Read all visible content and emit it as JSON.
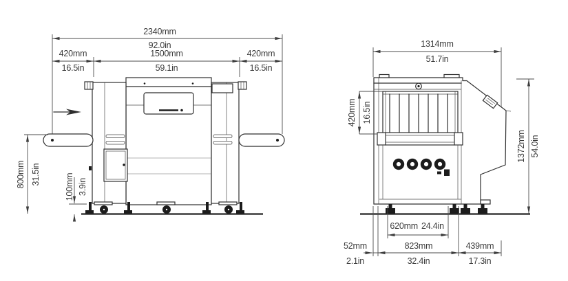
{
  "drawing": {
    "side_view": {
      "overall_length": {
        "mm": "2340mm",
        "in": "92.0in"
      },
      "infeed_conveyor": {
        "mm": "420mm",
        "in": "16.5in"
      },
      "body_length": {
        "mm": "1500mm",
        "in": "59.1in"
      },
      "outfeed_conveyor": {
        "mm": "420mm",
        "in": "16.5in"
      },
      "belt_height": {
        "mm": "800mm",
        "in": "31.5in"
      },
      "ground_clearance": {
        "mm": "100mm",
        "in": "3.9in"
      }
    },
    "end_view": {
      "overall_width": {
        "mm": "1314mm",
        "in": "51.7in"
      },
      "tunnel_height": {
        "mm": "420mm",
        "in": "16.5in"
      },
      "overall_height": {
        "mm": "1372mm",
        "in": "54.0in"
      },
      "foot_spacing": {
        "mm": "620mm",
        "in": "24.4in"
      },
      "side_clearance": {
        "mm": "52mm",
        "in": "2.1in"
      },
      "base_width": {
        "mm": "823mm",
        "in": "32.4in"
      },
      "console_overhang": {
        "mm": "439mm",
        "in": "17.3in"
      }
    }
  }
}
